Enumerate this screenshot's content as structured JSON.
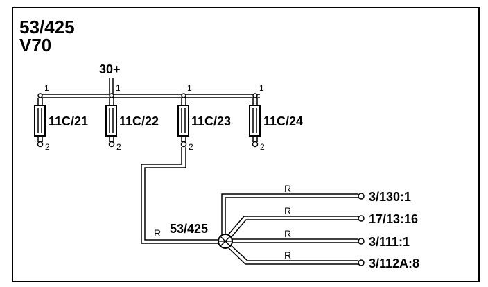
{
  "header": {
    "line1": "53/425",
    "line2": "V70"
  },
  "supply": {
    "label": "30+"
  },
  "components": [
    {
      "id": "11C/21",
      "pin_top": "1",
      "pin_bottom": "2"
    },
    {
      "id": "11C/22",
      "pin_top": "1",
      "pin_bottom": "2"
    },
    {
      "id": "11C/23",
      "pin_top": "1",
      "pin_bottom": "2"
    },
    {
      "id": "11C/24",
      "pin_top": "1",
      "pin_bottom": "2"
    }
  ],
  "splice": {
    "id": "53/425",
    "wire_color": "R"
  },
  "outputs": [
    {
      "label": "3/130:1",
      "wire_color": "R"
    },
    {
      "label": "17/13:16",
      "wire_color": "R"
    },
    {
      "label": "3/111:1",
      "wire_color": "R"
    },
    {
      "label": "3/112A:8",
      "wire_color": "R"
    }
  ]
}
